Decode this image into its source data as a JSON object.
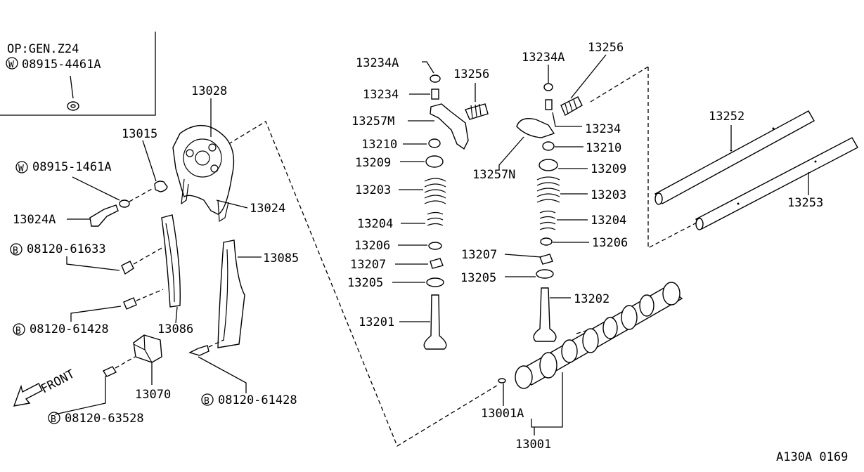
{
  "inset": {
    "title": "OP:GEN.Z24",
    "washer_prefix": "W",
    "washer_part": "08915-4461A"
  },
  "labels": {
    "p13028": "13028",
    "p13015": "13015",
    "w_prefix": "W",
    "w08915_1461A": "08915-1461A",
    "p13024A": "13024A",
    "p13024": "13024",
    "b_prefix": "B",
    "b08120_61633": "08120-61633",
    "p13085": "13085",
    "b08120_61428_a": "08120-61428",
    "p13086": "13086",
    "p13070": "13070",
    "front": "FRONT",
    "b08120_61428_b": "08120-61428",
    "b08120_63528": "08120-63528",
    "l13234A": "13234A",
    "l13234": "13234",
    "l13256": "13256",
    "l13257M": "13257M",
    "l13210": "13210",
    "l13209": "13209",
    "l13203": "13203",
    "l13204": "13204",
    "l13206": "13206",
    "l13207": "13207",
    "l13205": "13205",
    "l13201": "13201",
    "r13234A": "13234A",
    "r13256": "13256",
    "r13234": "13234",
    "r13210": "13210",
    "r13257N": "13257N",
    "r13209": "13209",
    "r13203": "13203",
    "r13204": "13204",
    "r13206": "13206",
    "r13207": "13207",
    "r13205": "13205",
    "r13202": "13202",
    "p13252": "13252",
    "p13253": "13253",
    "p13001A": "13001A",
    "p13001": "13001",
    "code": "A130A 0169"
  }
}
